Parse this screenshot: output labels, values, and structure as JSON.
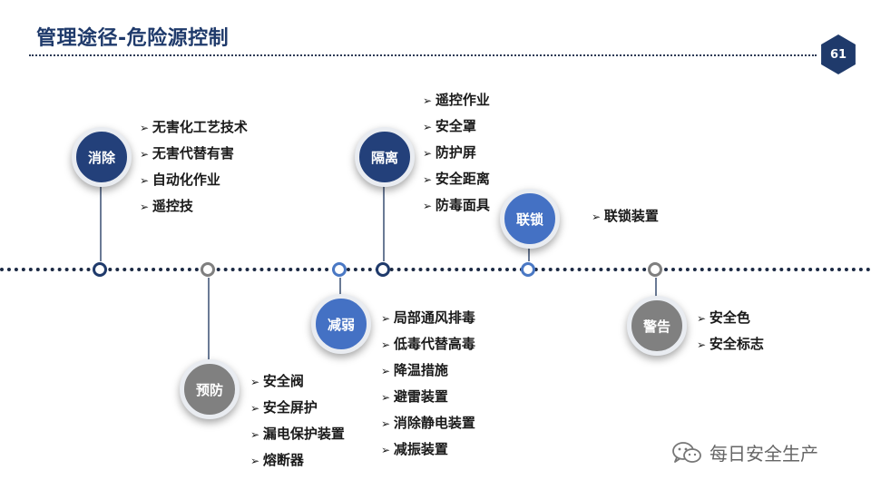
{
  "header": {
    "title": "管理途径-危险源控制",
    "page_number": "61"
  },
  "nodes": {
    "xiaochu": {
      "label": "消除",
      "items": [
        "无害化工艺技术",
        "无害代替有害",
        "自动化作业",
        "遥控技"
      ]
    },
    "yufang": {
      "label": "预防",
      "items": [
        "安全阀",
        "安全屏护",
        "漏电保护装置",
        "熔断器"
      ]
    },
    "jianruo": {
      "label": "减弱",
      "items": [
        "局部通风排毒",
        "低毒代替高毒",
        "降温措施",
        "避雷装置",
        "消除静电装置",
        "减振装置"
      ]
    },
    "geli": {
      "label": "隔离",
      "items": [
        "遥控作业",
        "安全罩",
        "防护屏",
        "安全距离",
        "防毒面具"
      ]
    },
    "liansuo": {
      "label": "联锁",
      "items": [
        "联锁装置"
      ]
    },
    "jinggao": {
      "label": "警告",
      "items": [
        "安全色",
        "安全标志"
      ]
    }
  },
  "watermark": {
    "text": "每日安全生产",
    "icon": "wechat-icon"
  },
  "colors": {
    "navy": "#23407a",
    "blue": "#4471c4",
    "gray": "#808080"
  }
}
